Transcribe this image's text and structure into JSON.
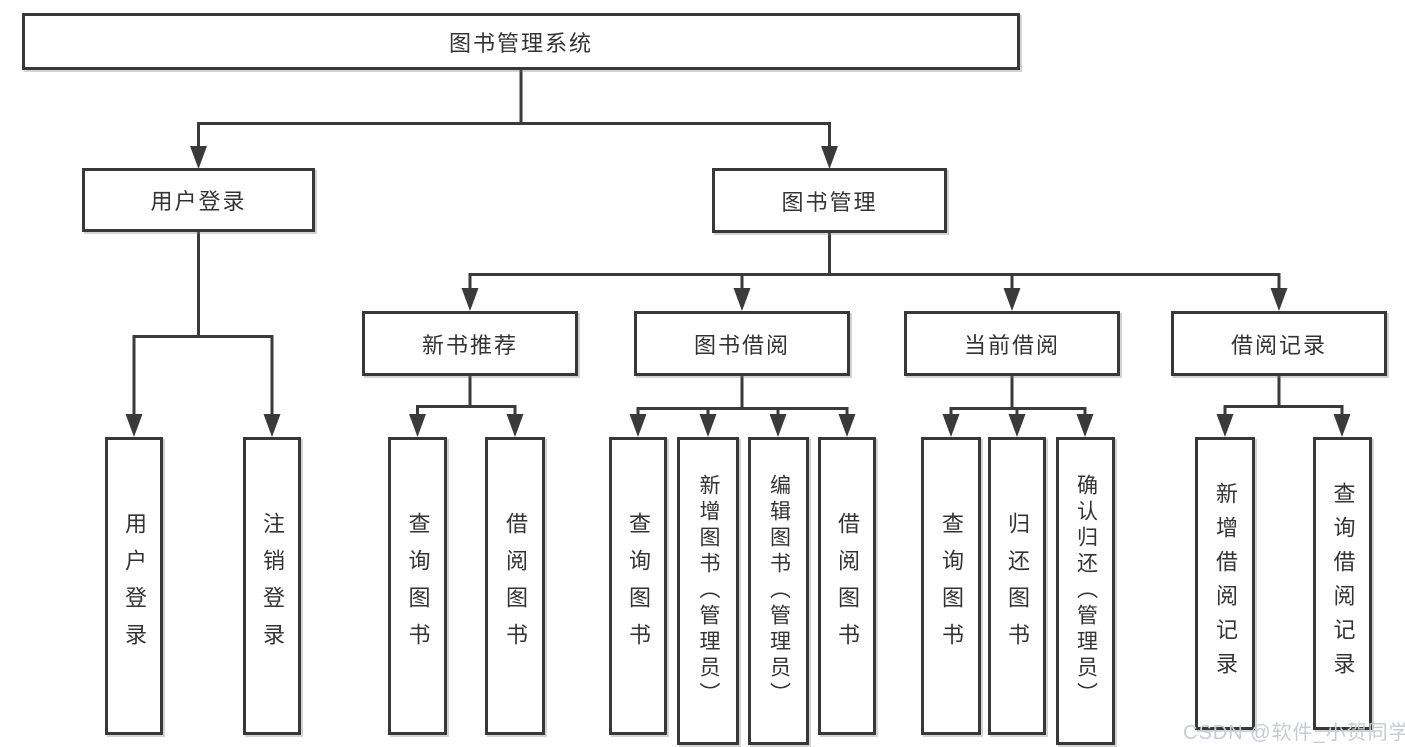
{
  "diagram_title": "图书管理系统",
  "tree": {
    "label": "图书管理系统",
    "children": [
      {
        "label": "用户登录",
        "children": [
          {
            "label": "用户登录"
          },
          {
            "label": "注销登录"
          }
        ]
      },
      {
        "label": "图书管理",
        "children": [
          {
            "label": "新书推荐",
            "children": [
              {
                "label": "查询图书"
              },
              {
                "label": "借阅图书"
              }
            ]
          },
          {
            "label": "图书借阅",
            "children": [
              {
                "label": "查询图书"
              },
              {
                "label": "新增图书（管理员）"
              },
              {
                "label": "编辑图书（管理员）"
              },
              {
                "label": "借阅图书"
              }
            ]
          },
          {
            "label": "当前借阅",
            "children": [
              {
                "label": "查询图书"
              },
              {
                "label": "归还图书"
              },
              {
                "label": "确认归还（管理员）"
              }
            ]
          },
          {
            "label": "借阅记录",
            "children": [
              {
                "label": "新增借阅记录"
              },
              {
                "label": "查询借阅记录"
              }
            ]
          }
        ]
      }
    ]
  },
  "watermark": "CSDN @软件_小贺同学",
  "colors": {
    "line": "#3a3a3a",
    "box_border": "#383838",
    "text": "#333333",
    "watermark": "#c7ccd2",
    "background": "#ffffff"
  }
}
